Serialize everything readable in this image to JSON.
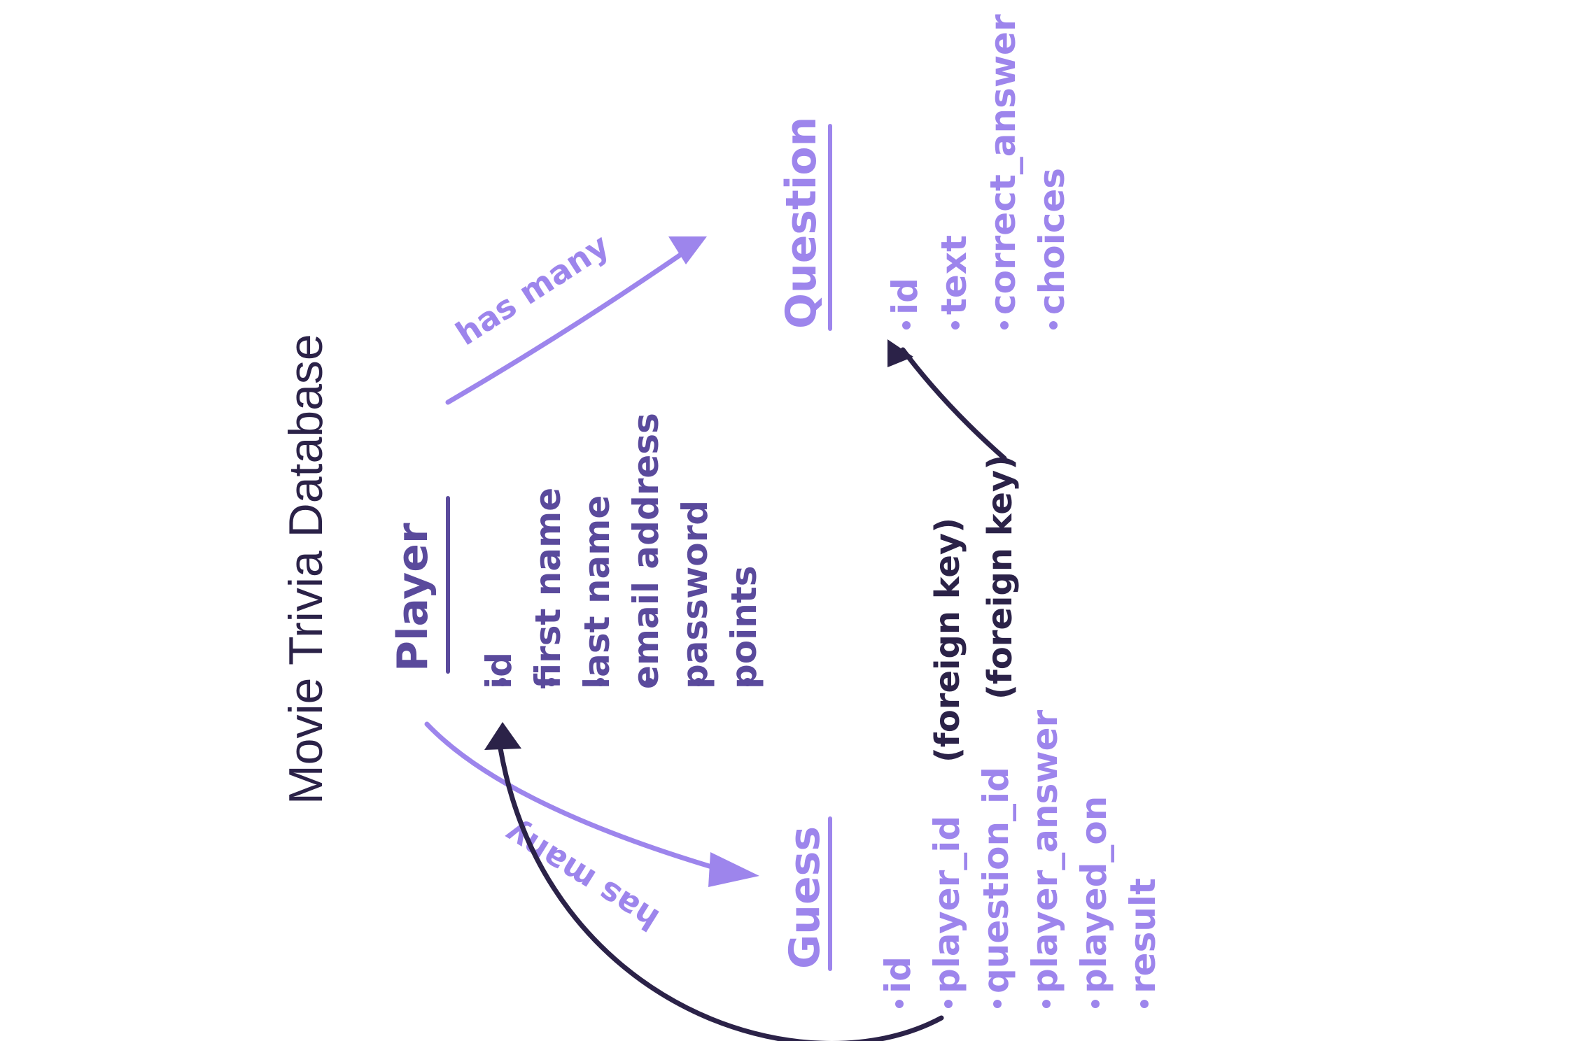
{
  "title": "Movie Trivia Database",
  "colors": {
    "player": "#5a4a9c",
    "light": "#9d85ec",
    "dark": "#2b2248"
  },
  "player": {
    "name": "Player",
    "fields": [
      "id",
      "first name",
      "last name",
      "email address",
      "password",
      "points"
    ]
  },
  "question": {
    "name": "Question",
    "fields": [
      "id",
      "text",
      "correct_answer",
      "choices"
    ]
  },
  "guess": {
    "name": "Guess",
    "fields": [
      "id",
      "player_id",
      "question_id",
      "player_answer",
      "played_on",
      "result"
    ],
    "notes": [
      "(foreign key)",
      "(foreign key)"
    ]
  },
  "relations": {
    "player_question": "has many",
    "player_guess": "has many"
  }
}
